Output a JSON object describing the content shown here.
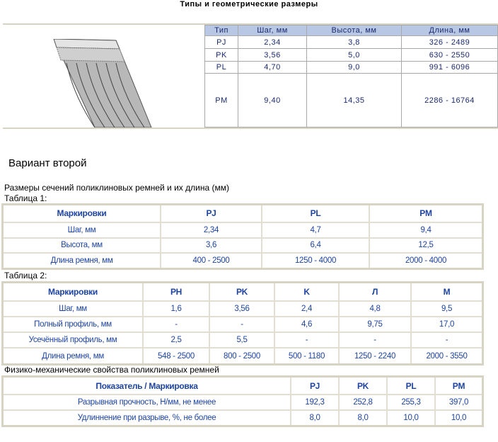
{
  "title": "Типы и геометрические размеры",
  "types_table": {
    "headers": [
      "Тип",
      "Шаг, мм",
      "Высота, мм",
      "Длина, мм"
    ],
    "rows": [
      [
        "PJ",
        "2,34",
        "3,8",
        "326 - 2489"
      ],
      [
        "PK",
        "3,56",
        "5,0",
        "630 - 2550"
      ],
      [
        "PL",
        "4,70",
        "9,0",
        "991 - 6096"
      ],
      [
        "PM",
        "9,40",
        "14,35",
        "2286 - 16764"
      ]
    ]
  },
  "variant_heading": "Вариант второй",
  "sizes_heading": "Размеры сечений поликлиновых ремней и их длина (мм)",
  "table1": {
    "label": "Таблица 1:",
    "headers": [
      "Маркировки",
      "PJ",
      "PL",
      "PM"
    ],
    "rows": [
      [
        "Шаг, мм",
        "2,34",
        "4,7",
        "9,4"
      ],
      [
        "Высота, мм",
        "3,6",
        "6,4",
        "12,5"
      ],
      [
        "Длина ремня, мм",
        "400 - 2500",
        "1250 - 4000",
        "2000 - 4000"
      ]
    ]
  },
  "table2": {
    "label": "Таблица 2:",
    "headers": [
      "Маркировки",
      "PH",
      "PK",
      "K",
      "Л",
      "M"
    ],
    "rows": [
      [
        "Шаг, мм",
        "1,6",
        "3,56",
        "2,4",
        "4,8",
        "9,5"
      ],
      [
        "Полный профиль, мм",
        "-",
        "-",
        "4,6",
        "9,75",
        "17,0"
      ],
      [
        "Усечённый профиль, мм",
        "2,5",
        "5,5",
        "-",
        "-",
        "-"
      ],
      [
        "Длина ремня, мм",
        "548 - 2500",
        "800 - 2500",
        "500 - 1180",
        "1250 - 2240",
        "2000 - 3550"
      ]
    ]
  },
  "table3": {
    "label": "Физико-механические свойства поликлиновых ремней",
    "headers": [
      "Показатель / Маркировка",
      "PJ",
      "PK",
      "PL",
      "PM"
    ],
    "rows": [
      [
        "Разрывная прочность, Н/мм, не менее",
        "192,3",
        "252,8",
        "255,3",
        "397,0"
      ],
      [
        "Удлиннение при разрыве, %, не более",
        "8,0",
        "8,0",
        "10,0",
        "10,0"
      ]
    ]
  }
}
